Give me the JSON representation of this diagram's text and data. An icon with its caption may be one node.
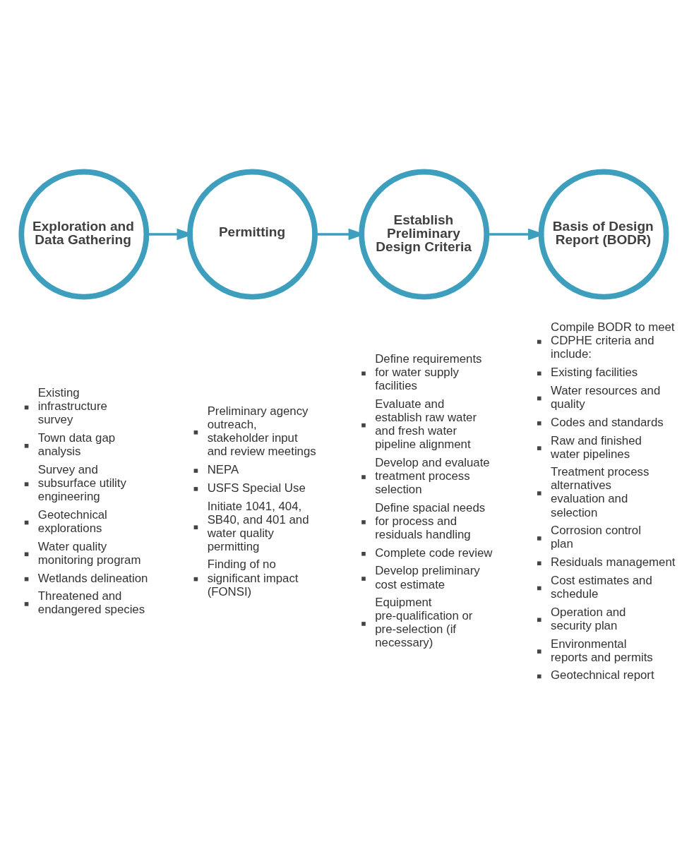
{
  "diagram": {
    "nodes": [
      {
        "text": [
          "Exploration and Data Gathering"
        ],
        "beside": [
          "Existing infrastructure survey",
          "Town data gap analysis",
          "Survey and subsurface utility engineering",
          "Geotechnical explorations",
          "Water quality monitoring program",
          "Wetlands delineation",
          "Threatened and endangered species"
        ]
      },
      {
        "text": [
          "Permitting"
        ],
        "beside": [
          "Preliminary agency outreach, stakeholder input and review meetings",
          "NEPA",
          "USFS Special Use",
          "Initiate 1041, 404, SB40, and 401 and water quality permitting",
          "Finding of no significant impact (FONSI)"
        ]
      },
      {
        "text": [
          "Establish Preliminary Design Criteria"
        ],
        "beside": [
          "Define requirements for water supply facilities",
          "Evaluate and establish raw water and fresh water pipeline alignment",
          "Develop and evaluate treatment process selection",
          "Define spacial needs for process and residuals handling",
          "Complete code review",
          "Develop preliminary cost estimate",
          "Equipment pre-qualification or pre-selection (if necessary)"
        ]
      },
      {
        "text": [
          "Basis of Design Report (BODR)"
        ],
        "beside": [
          "Compile BODR to meet CDPHE criteria and include:",
          "Existing facilities",
          "Water resources and quality",
          "Codes and standards",
          "Raw and finished water pipelines",
          "Treatment process alternatives evaluation and selection",
          "Corrosion control plan",
          "Residuals management",
          "Cost estimates and schedule",
          "Operation and security plan",
          "Environmental reports and permits",
          "Geotechnical report"
        ]
      }
    ],
    "edges": [
      {
        "from": 0,
        "to": 1,
        "arrow": "to"
      },
      {
        "from": 1,
        "to": 2,
        "arrow": "to"
      },
      {
        "from": 2,
        "to": 3,
        "arrow": "to"
      }
    ]
  }
}
